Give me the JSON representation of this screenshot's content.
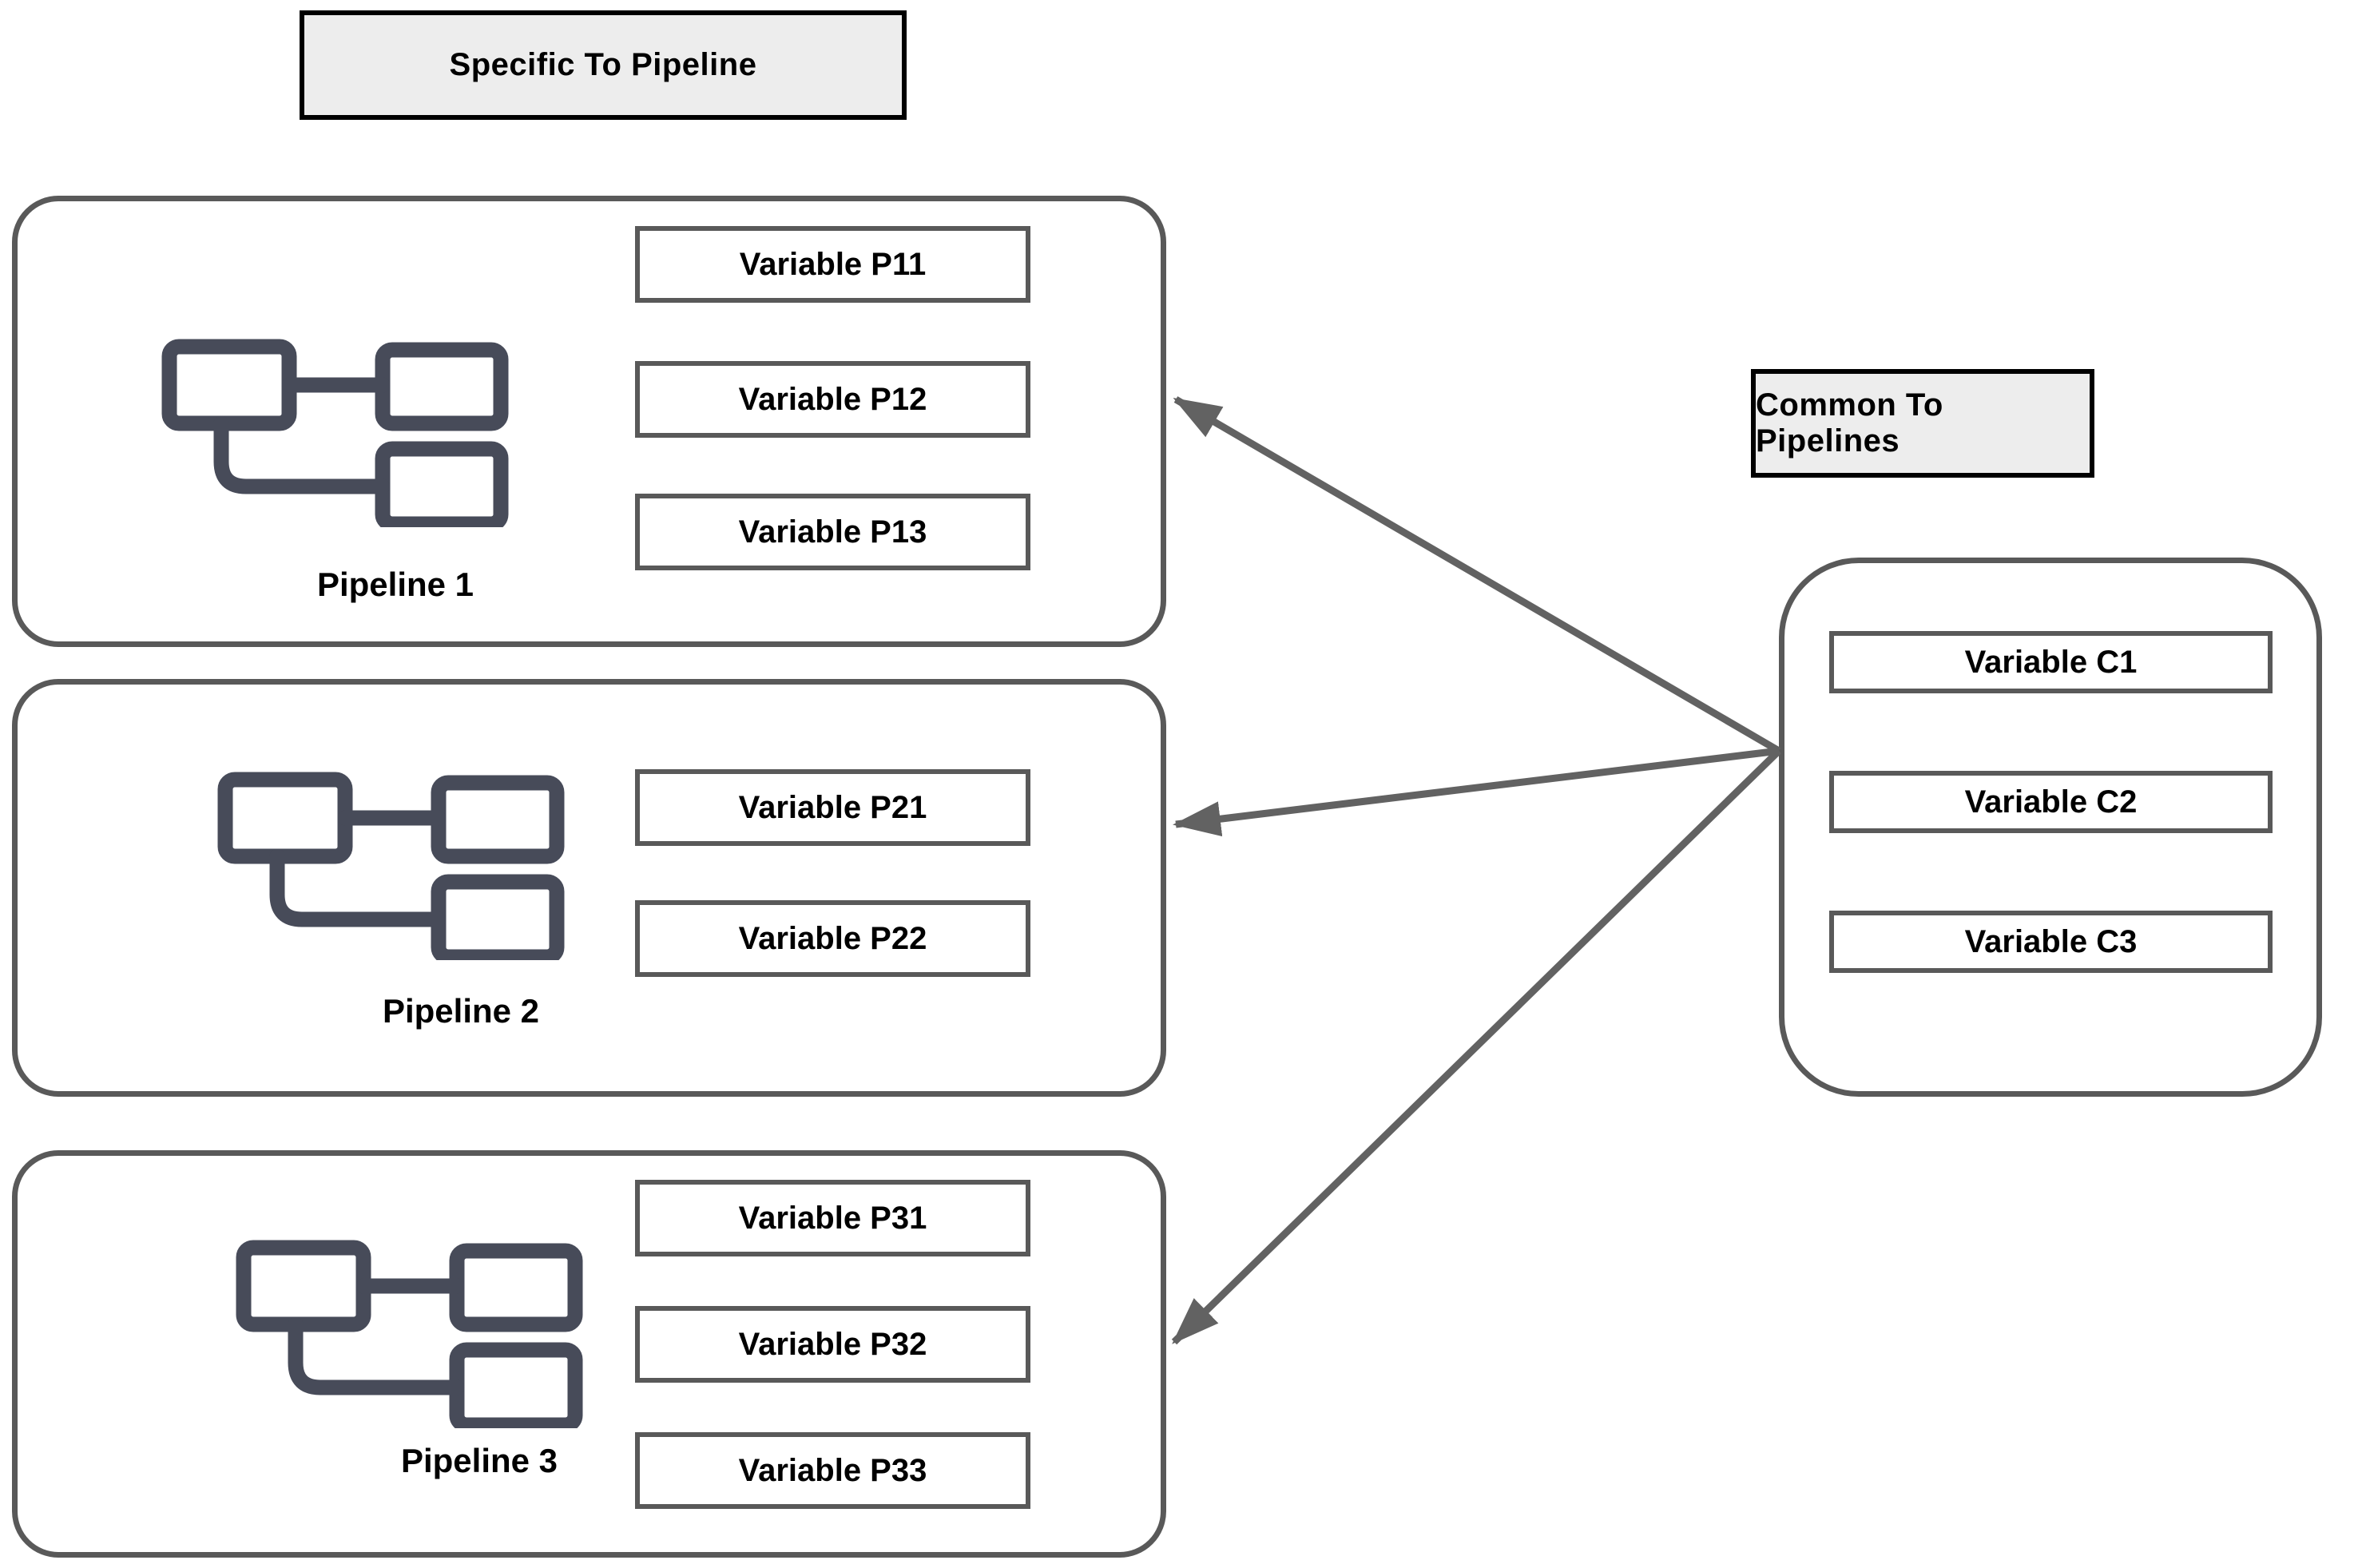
{
  "diagram": {
    "left_group_title": "Specific To Pipeline",
    "right_group_title": "Common To Pipelines",
    "pipelines": [
      {
        "label": "Pipeline 1",
        "icon": "workflow-icon",
        "variables": [
          "Variable P11",
          "Variable P12",
          "Variable P13"
        ]
      },
      {
        "label": "Pipeline 2",
        "icon": "workflow-icon",
        "variables": [
          "Variable P21",
          "Variable P22"
        ]
      },
      {
        "label": "Pipeline 3",
        "icon": "workflow-icon",
        "variables": [
          "Variable P31",
          "Variable P32",
          "Variable P33"
        ]
      }
    ],
    "common": {
      "variables": [
        "Variable C1",
        "Variable C2",
        "Variable C3"
      ]
    },
    "arrows": [
      {
        "from": "common-box",
        "to": "pipeline-1"
      },
      {
        "from": "common-box",
        "to": "pipeline-2"
      },
      {
        "from": "common-box",
        "to": "pipeline-3"
      }
    ],
    "colors": {
      "background": "#ffffff",
      "title_fill": "#ededed",
      "title_border": "#000000",
      "group_border": "#595959",
      "variable_border": "#595959",
      "icon": "#474B59",
      "arrow": "#626262",
      "text": "#000000"
    }
  }
}
